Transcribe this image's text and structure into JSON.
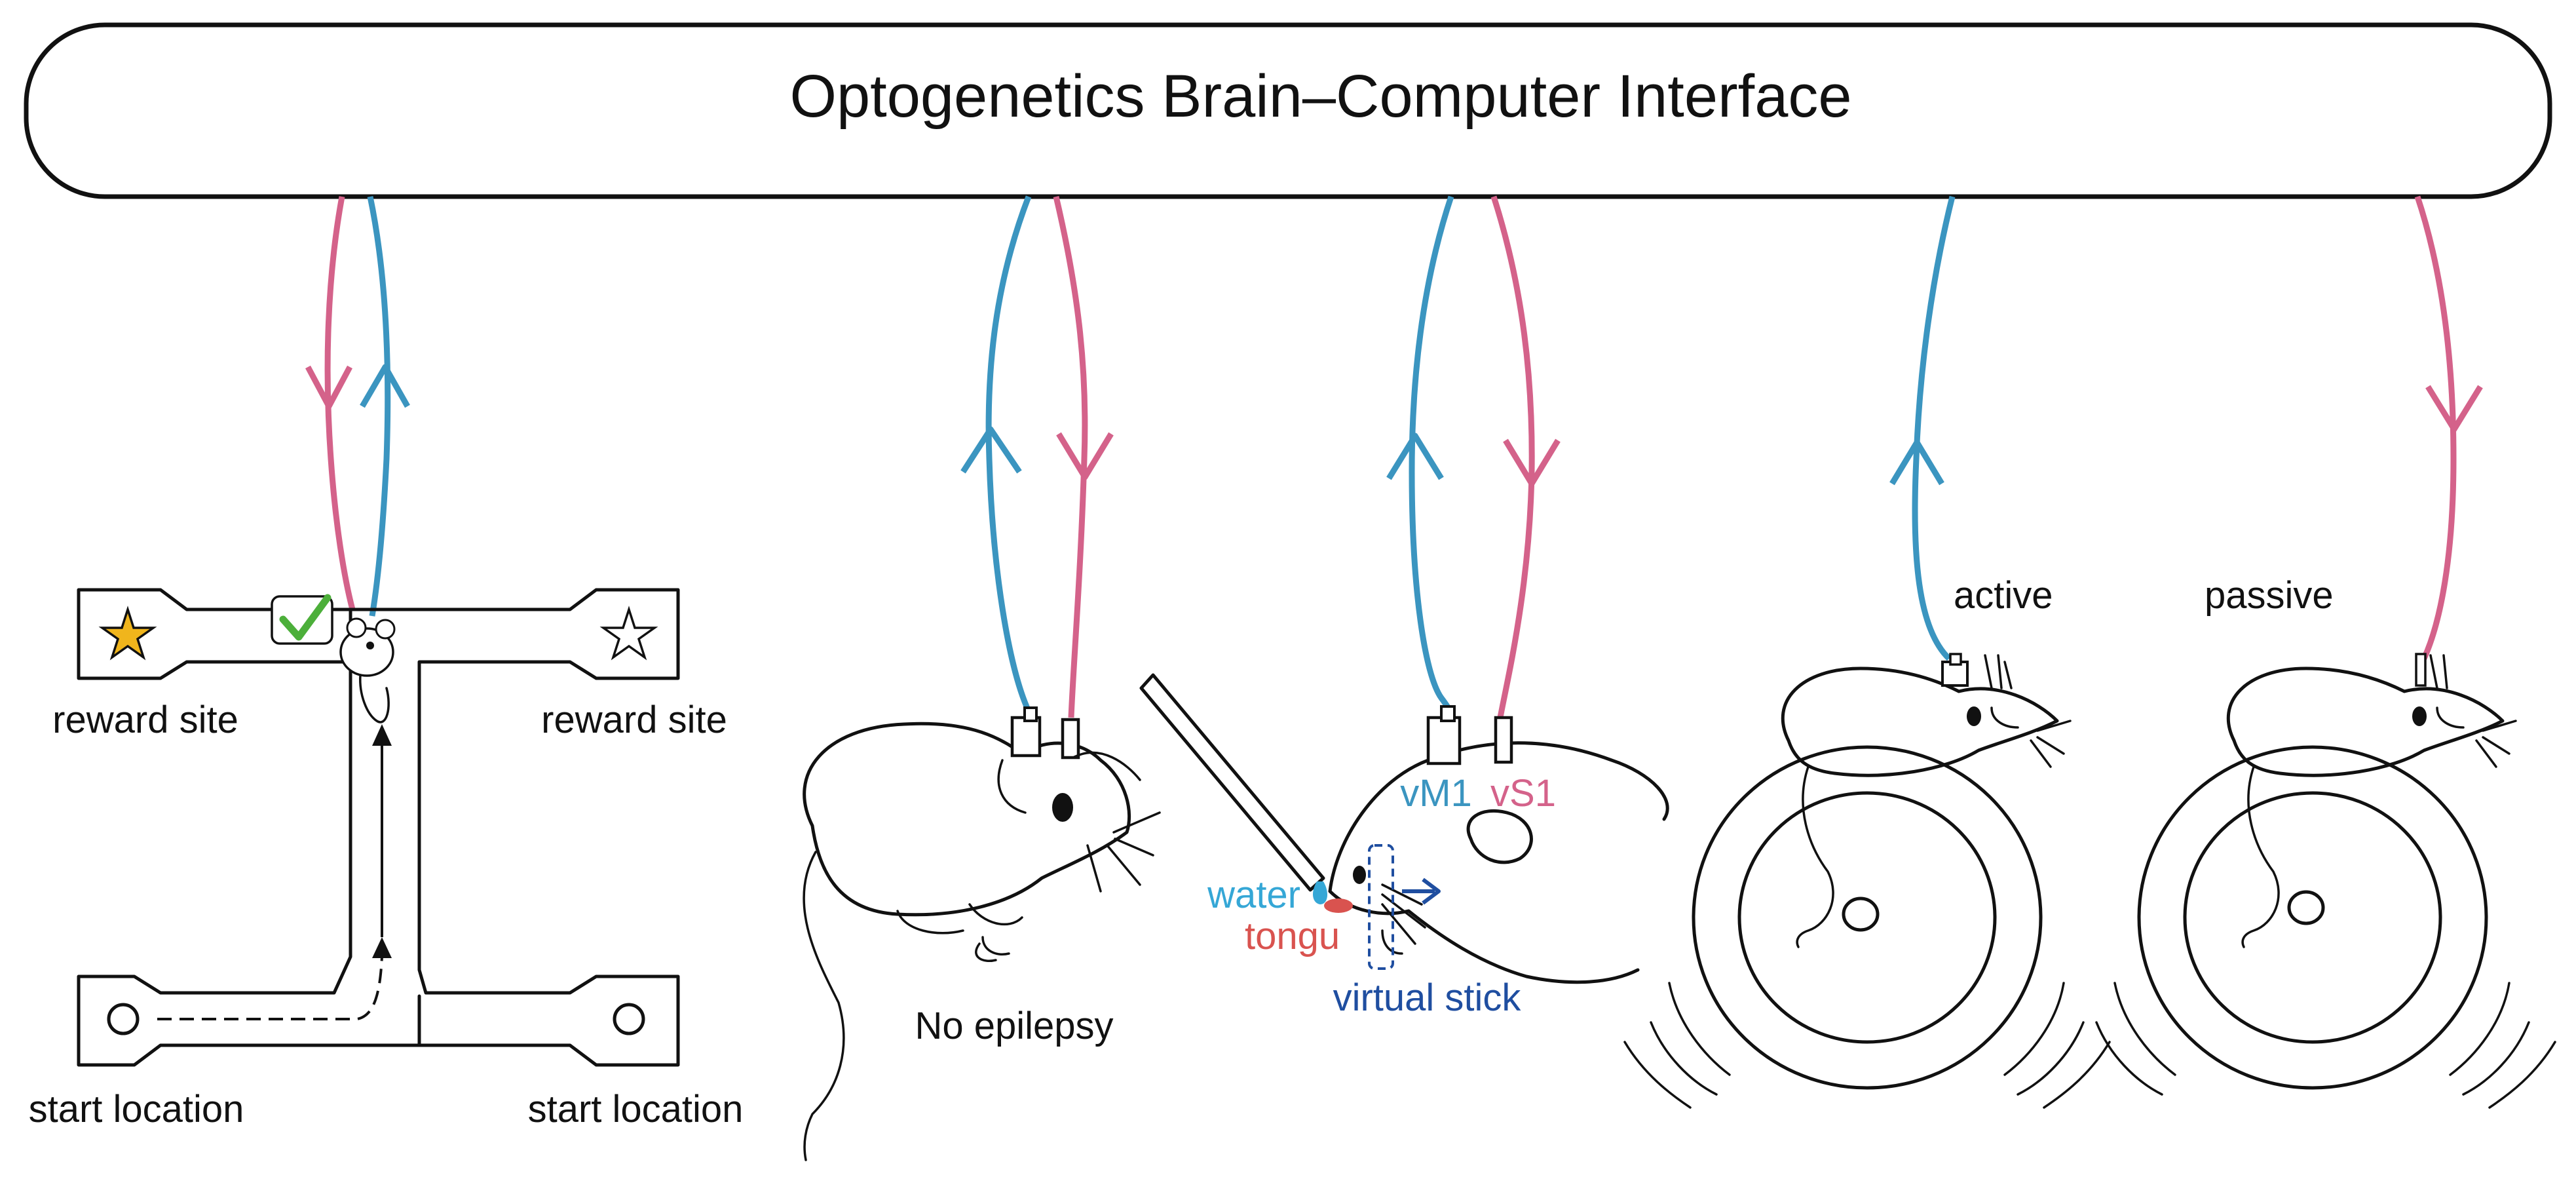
{
  "title": "Optogenetics Brain–Computer Interface",
  "colors": {
    "stimulation": "#d4628a",
    "recording": "#3b95c0",
    "virtual_stick": "#1f4ea0",
    "water": "#35a7d6",
    "tongue": "#d9534f",
    "star_gold": "#f0b51c",
    "check_green": "#4caf3a"
  },
  "panels": {
    "maze": {
      "reward_left": "reward site",
      "reward_right": "reward site",
      "start_left": "start location",
      "start_right": "start location",
      "icons": [
        "gold-star-icon",
        "star-outline-icon",
        "check-icon"
      ]
    },
    "epilepsy": {
      "label": "No epilepsy"
    },
    "licking": {
      "vm1": "vM1",
      "vs1": "vS1",
      "water": "water",
      "tongue": "tongu",
      "stick": "virtual stick"
    },
    "wheel_active": {
      "label": "active"
    },
    "wheel_passive": {
      "label": "passive"
    }
  }
}
